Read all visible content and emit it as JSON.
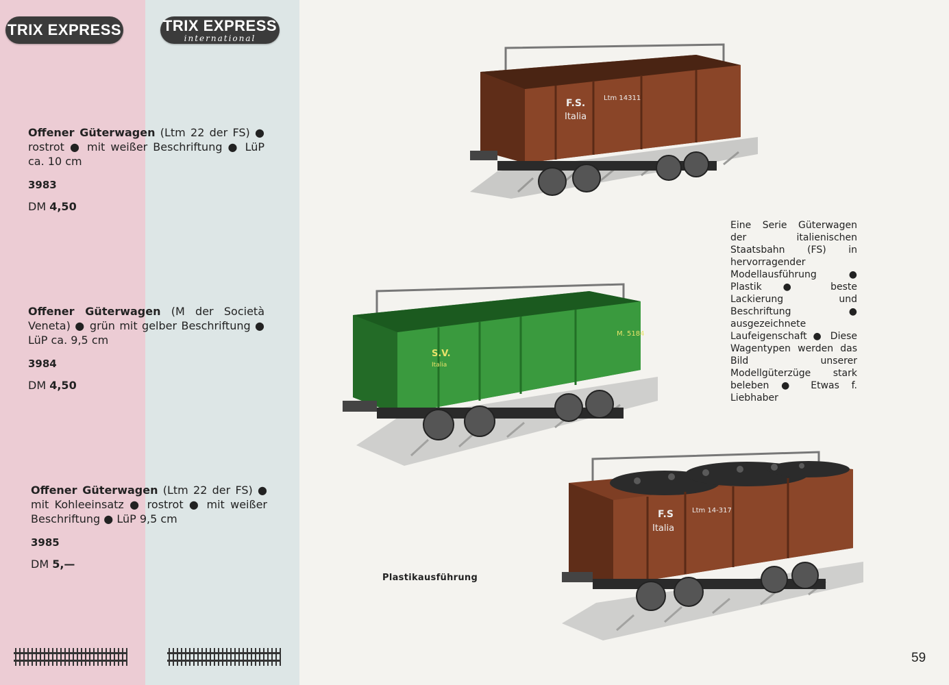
{
  "logos": {
    "left": "TRIX EXPRESS",
    "right_line1": "TRIX EXPRESS",
    "right_line2": "international"
  },
  "products": [
    {
      "name": "Offener Güterwagen",
      "desc": " (Ltm 22 der FS) ● rostrot ● mit weißer Beschriftung ● LüP ca. 10 cm",
      "code": "3983",
      "currency": "DM ",
      "price": "4,50"
    },
    {
      "name": "Offener Güterwagen",
      "desc": " (M der Società Veneta) ● grün mit gelber Beschriftung ● LüP ca. 9,5 cm",
      "code": "3984",
      "currency": "DM ",
      "price": "4,50"
    },
    {
      "name": "Offener Güterwagen",
      "desc": " (Ltm 22 der FS) ● mit Kohleeinsatz ● rostrot ● mit weißer Beschriftung ● LüP 9,5 cm",
      "code": "3985",
      "currency": "DM ",
      "price": "5,—"
    }
  ],
  "info_text": "Eine Serie Güterwagen der italienischen Staatsbahn (FS) in hervorragender Modellausführung ● Plastik ● beste Lackierung und Beschriftung ● ausgezeichnete Laufeigenschaft ● Diese Wagentypen werden das Bild unserer Modellgüterzüge stark beleben ● Etwas f. Liebhaber",
  "caption": "Plastikausführung",
  "page_number": "59",
  "wagons": [
    {
      "markings": [
        "F.S.",
        "Italia",
        "Ltm 14311"
      ],
      "color": "#7a3c22"
    },
    {
      "markings": [
        "S.V.",
        "Italia",
        "M. 5184"
      ],
      "color": "#2f8a34"
    },
    {
      "markings": [
        "F.S",
        "Italia",
        "Ltm 14-317"
      ],
      "color": "#7e3e24"
    }
  ],
  "colors": {
    "pink_column": "#ecccd4",
    "blue_column": "#dde6e6",
    "page": "#f4f3ef"
  }
}
